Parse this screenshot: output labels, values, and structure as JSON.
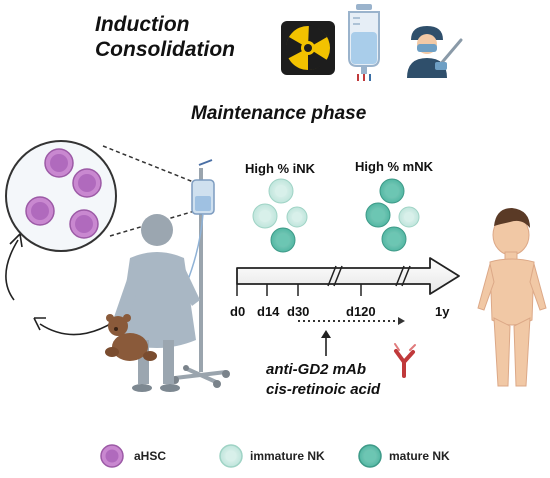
{
  "header": {
    "phases": [
      "Induction",
      "Consolidation"
    ],
    "icons": [
      "radiation-icon",
      "iv-bag-icon",
      "surgeon-icon"
    ]
  },
  "maintenance": {
    "title": "Maintenance phase",
    "immature_label": "High % iNK",
    "mature_label": "High % mNK"
  },
  "timeline": {
    "ticks": [
      "d0",
      "d14",
      "d30",
      "d120",
      "1y"
    ],
    "therapies": [
      "anti-GD2 mAb",
      "cis-retinoic acid"
    ]
  },
  "legend": {
    "items": [
      {
        "label": "aHSC",
        "color": "#c988d0"
      },
      {
        "label": "immature NK",
        "color": "#bfe5dc"
      },
      {
        "label": "mature NK",
        "color": "#52b7a3"
      }
    ]
  },
  "colors": {
    "ahsc": "#c988d0",
    "immature_nk": "#bfe5dc",
    "mature_nk": "#52b7a3",
    "antibody": "#c0393b",
    "radiation": "#f2c200"
  }
}
